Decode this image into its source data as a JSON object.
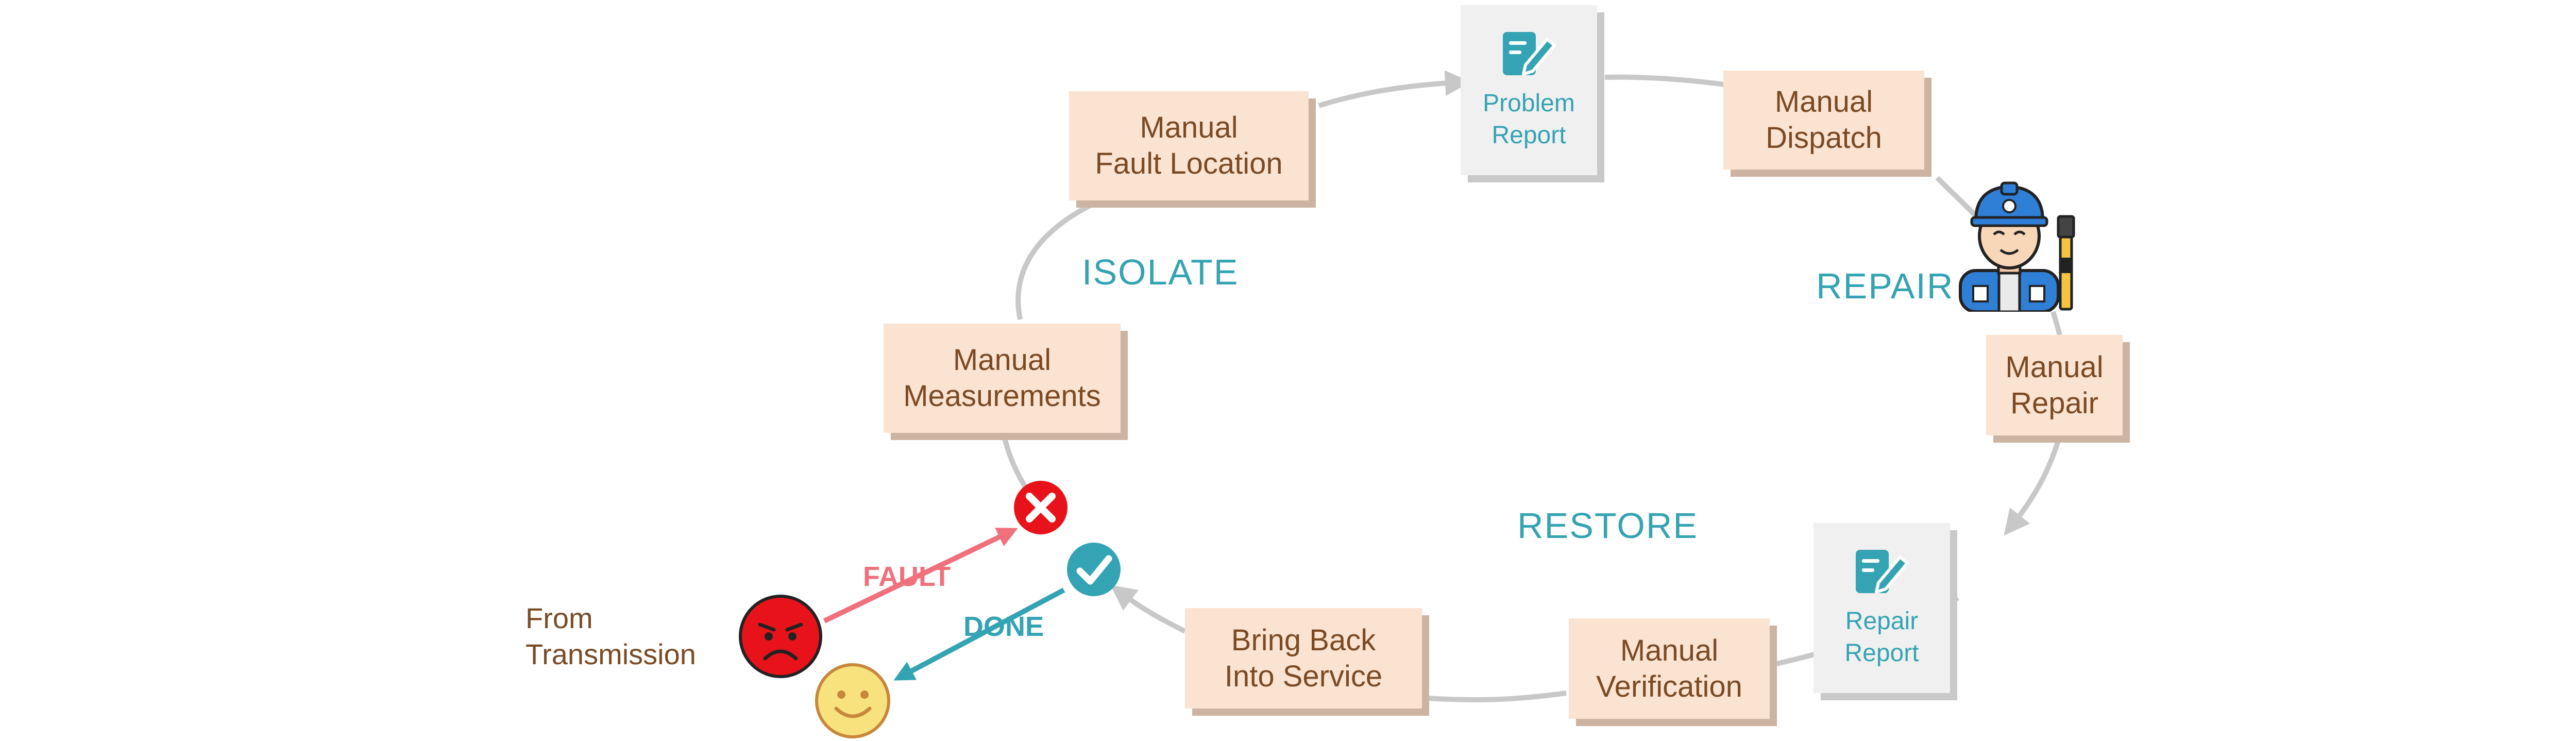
{
  "colors": {
    "cycle_line": "#c8c8c8",
    "step_fill": "#fbe3d1",
    "step_text": "#7a4a24",
    "report_fill": "#f0f0f0",
    "accent_teal": "#34a3b3",
    "fault_red": "#f0707c",
    "angry_face": "#e8131a",
    "happy_face": "#f8e27e"
  },
  "phases": {
    "isolate": "ISOLATE",
    "repair": "REPAIR",
    "restore": "RESTORE"
  },
  "steps": {
    "manual_fault_location": [
      "Manual",
      "Fault Location"
    ],
    "manual_dispatch": [
      "Manual",
      "Dispatch"
    ],
    "manual_measurements": [
      "Manual",
      "Measurements"
    ],
    "manual_repair": [
      "Manual",
      "Repair"
    ],
    "manual_verification": [
      "Manual",
      "Verification"
    ],
    "bring_back_into_service": [
      "Bring Back",
      "Into Service"
    ]
  },
  "reports": {
    "problem_report": [
      "Problem",
      "Report"
    ],
    "repair_report": [
      "Repair",
      "Report"
    ]
  },
  "flows": {
    "fault": "FAULT",
    "done": "DONE"
  },
  "source": [
    "From",
    "Transmission"
  ],
  "icons": {
    "report": "document-edit-icon",
    "worker": "technician-icon",
    "fault_marker": "x-circle-icon",
    "done_marker": "check-circle-icon",
    "angry": "angry-face-icon",
    "happy": "smiley-face-icon"
  }
}
